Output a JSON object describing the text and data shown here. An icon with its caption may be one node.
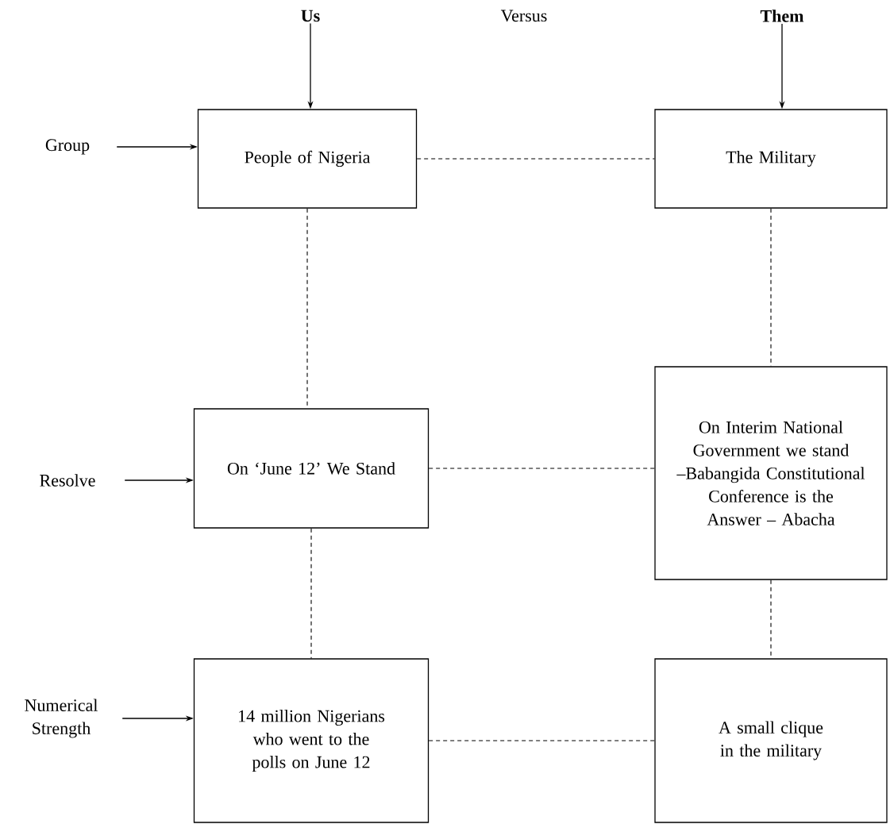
{
  "diagram": {
    "nodes": [
      {
        "text": [
          "Us"
        ]
      },
      {
        "text": [
          "Them"
        ]
      },
      {
        "text": [
          "Group"
        ]
      },
      {
        "text": [
          "People of Nigeria"
        ]
      },
      {
        "text": [
          "The Military"
        ]
      },
      {
        "text": [
          "Resolve"
        ]
      },
      {
        "text": [
          "On ‘June 12’ We Stand"
        ]
      },
      {
        "text": [
          "On Interim National Government we stand –Babangida Constitutional Conference is the Answer – Abacha"
        ]
      },
      {
        "text": [
          "Numerical Strength"
        ]
      },
      {
        "text": [
          "14 million Nigerians who went to the polls on June 12"
        ]
      },
      {
        "text": [
          "A small clique in the military"
        ]
      }
    ],
    "edges": [
      {
        "from": 0,
        "to": 3,
        "arrow": "to"
      },
      {
        "from": 1,
        "to": 4,
        "arrow": "to"
      },
      {
        "from": 2,
        "to": 3,
        "arrow": "to"
      },
      {
        "from": 3,
        "to": 4,
        "arrow": "none",
        "style": "dashed"
      },
      {
        "from": 3,
        "to": 6,
        "arrow": "none",
        "style": "dashed"
      },
      {
        "from": 4,
        "to": 7,
        "arrow": "none",
        "style": "dashed"
      },
      {
        "from": 5,
        "to": 6,
        "arrow": "to"
      },
      {
        "from": 6,
        "to": 7,
        "arrow": "none",
        "style": "dashed"
      },
      {
        "from": 6,
        "to": 9,
        "arrow": "none",
        "style": "dashed"
      },
      {
        "from": 7,
        "to": 10,
        "arrow": "none",
        "style": "dashed"
      },
      {
        "from": 8,
        "to": 9,
        "arrow": "to"
      },
      {
        "from": 9,
        "to": 10,
        "arrow": "none",
        "style": "dashed"
      }
    ],
    "labels": [
      "Versus"
    ]
  }
}
